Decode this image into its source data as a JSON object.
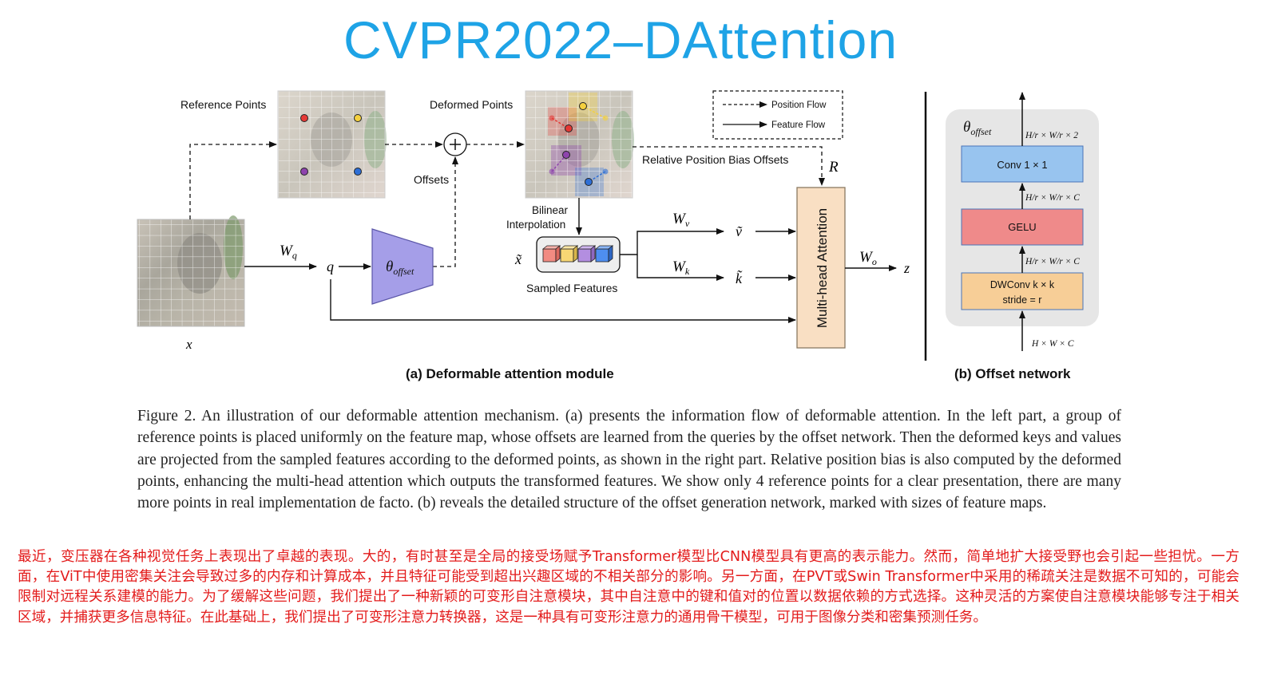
{
  "title": "CVPR2022–DAttention",
  "figure": {
    "reference_points_label": "Reference Points",
    "deformed_points_label": "Deformed Points",
    "offsets_label": "Offsets",
    "legend": {
      "position_flow": "Position Flow",
      "feature_flow": "Feature Flow"
    },
    "relative_bias_label": "Relative Position Bias Offsets",
    "r_label": "R",
    "bilinear_label_1": "Bilinear",
    "bilinear_label_2": "Interpolation",
    "sampled_features_label": "Sampled Features",
    "x_tilde": "x̃",
    "x_label": "x",
    "wq_label": "W",
    "wq_sub": "q",
    "q_label": "q",
    "theta_offset_main": "θ",
    "theta_offset_sub": "offset",
    "wv_label": "W",
    "wv_sub": "v",
    "wk_label": "W",
    "wk_sub": "k",
    "v_tilde": "ṽ",
    "k_tilde": "k̃",
    "mha_label": "Multi-head Attention",
    "wo_label": "W",
    "wo_sub": "o",
    "z_label": "z",
    "caption_a": "(a)  Deformable attention module",
    "offset_net": {
      "theta_main": "θ",
      "theta_sub": "offset",
      "conv_label": "Conv 1 × 1",
      "gelu_label": "GELU",
      "dwconv_label_1": "DWConv k × k",
      "dwconv_label_2": "stride = r",
      "dim_top": "H/r × W/r × 2",
      "dim_mid1": "H/r × W/r × C",
      "dim_mid2": "H/r × W/r × C",
      "dim_bottom": "H × W × C"
    },
    "caption_b": "(b)  Offset network"
  },
  "caption": "Figure 2. An illustration of our deformable attention mechanism. (a) presents the information flow of deformable attention. In the left part, a group of reference points is placed uniformly on the feature map, whose offsets are learned from the queries by the offset network. Then the deformed keys and values are projected from the sampled features according to the deformed points, as shown in the right part. Relative position bias is also computed by the deformed points, enhancing the multi-head attention which outputs the transformed features. We show only 4 reference points for a clear presentation, there are many more points in real implementation de facto. (b) reveals the detailed structure of the offset generation network, marked with sizes of feature maps.",
  "chinese_text": "最近，变压器在各种视觉任务上表现出了卓越的表现。大的，有时甚至是全局的接受场赋予Transformer模型比CNN模型具有更高的表示能力。然而，简单地扩大接受野也会引起一些担忧。一方面，在ViT中使用密集关注会导致过多的内存和计算成本，并且特征可能受到超出兴趣区域的不相关部分的影响。另一方面，在PVT或Swin Transformer中采用的稀疏关注是数据不可知的，可能会限制对远程关系建模的能力。为了缓解这些问题，我们提出了一种新颖的可变形自注意模块，其中自注意中的键和值对的位置以数据依赖的方式选择。这种灵活的方案使自注意模块能够专注于相关区域，并捕获更多信息特征。在此基础上，我们提出了可变形注意力转换器，这是一种具有可变形注意力的通用骨干模型，可用于图像分类和密集预测任务。",
  "colors": {
    "title": "#1ea3e6",
    "chinese_text": "#e31b1b",
    "theta_block": "#a59ee8",
    "mha_block": "#f9dfc3",
    "conv_block": "#98c4ef",
    "gelu_block": "#ef8a8a",
    "dwconv_block": "#f7ce97",
    "offset_panel": "#e6e6e6"
  }
}
